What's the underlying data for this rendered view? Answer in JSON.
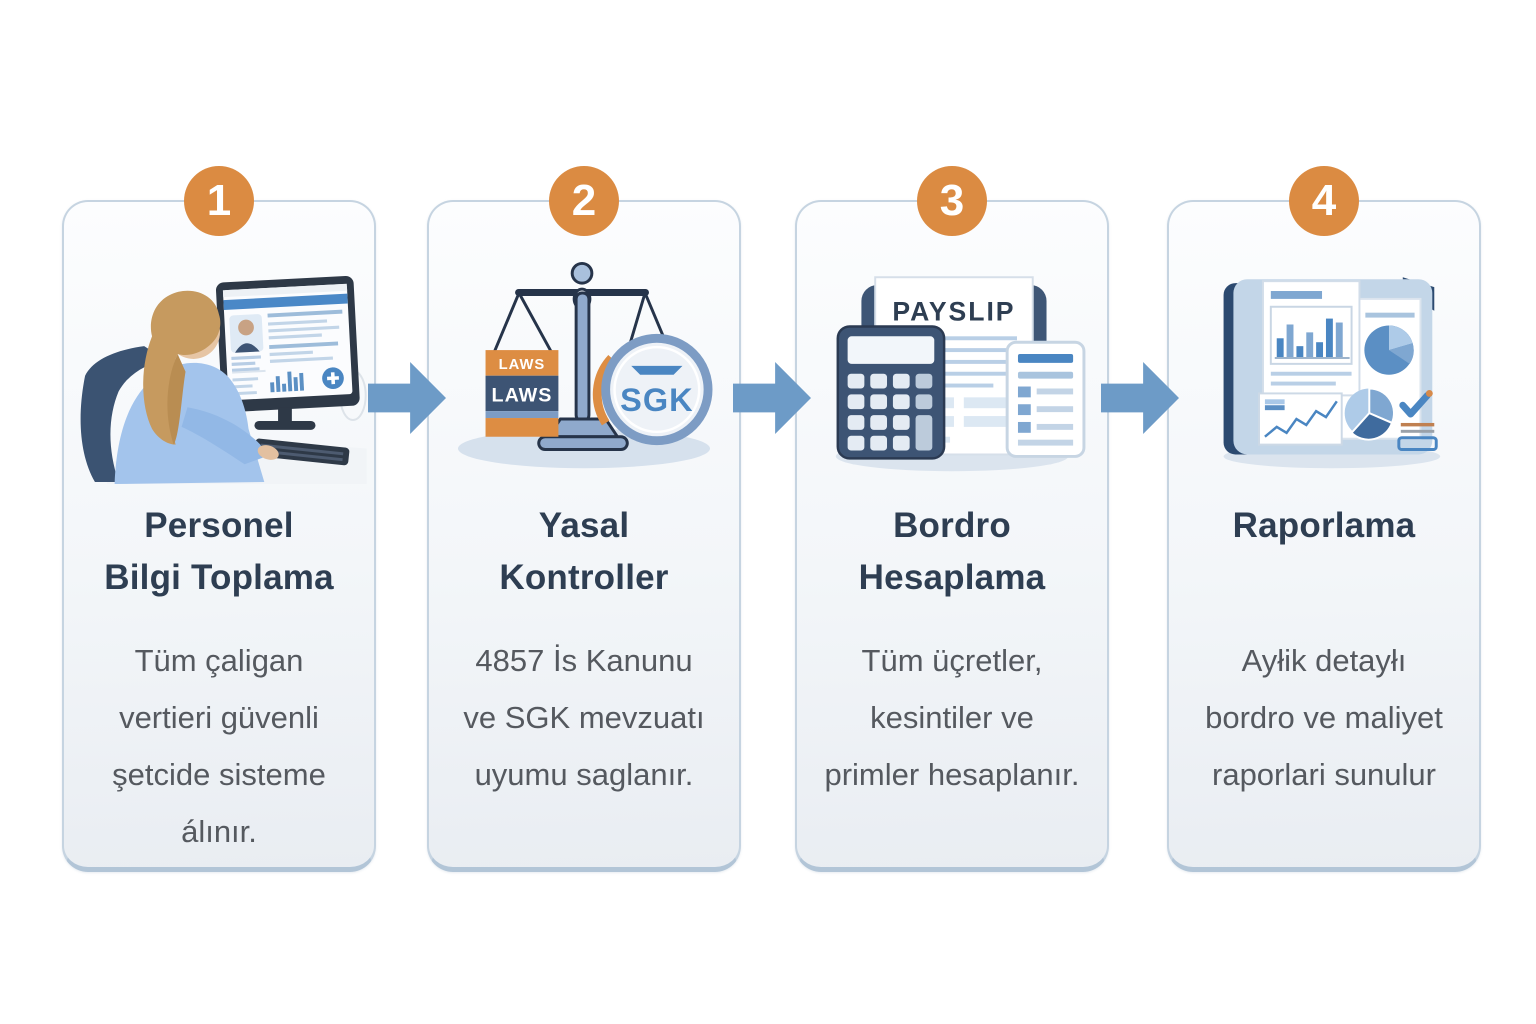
{
  "colors": {
    "step_badge": "#db8b42",
    "arrow": "#6d9bc7",
    "title_text": "#2e3e52",
    "body_text": "#55595f",
    "card_border": "#c6d4e1",
    "sgk_blue": "#4a86c2",
    "laws_orange": "#dd8d43",
    "laws_navy": "#3d5474"
  },
  "steps": [
    {
      "number": "1",
      "title_lines": [
        "Personel",
        "Bilgi Toplama"
      ],
      "description_lines": [
        "Tüm çaligan",
        "vertieri güvenli",
        "şetcide sisteme",
        "álınır."
      ],
      "icon": "woman-at-computer"
    },
    {
      "number": "2",
      "title_lines": [
        "Yasal",
        "Kontroller"
      ],
      "description_lines": [
        "4857 İs Kanunu",
        "ve SGK mevzuatı",
        "uyumu saglanır."
      ],
      "icon": "justice-scale-laws-sgk",
      "labels": {
        "laws_top": "LAWS",
        "laws_bottom": "LAWS",
        "sgk": "SGK"
      }
    },
    {
      "number": "3",
      "title_lines": [
        "Bordro",
        "Hesaplama"
      ],
      "description_lines": [
        "Tüm üçretler,",
        "kesintiler ve",
        "primler hesaplanır."
      ],
      "icon": "calculator-payslip",
      "labels": {
        "payslip": "PAYSLIP"
      }
    },
    {
      "number": "4",
      "title_lines": [
        "Raporlama"
      ],
      "description_lines": [
        "Ayłik detayłı",
        "bordro ve maliyet",
        "raporlari sunulur"
      ],
      "icon": "report-dashboard"
    }
  ]
}
